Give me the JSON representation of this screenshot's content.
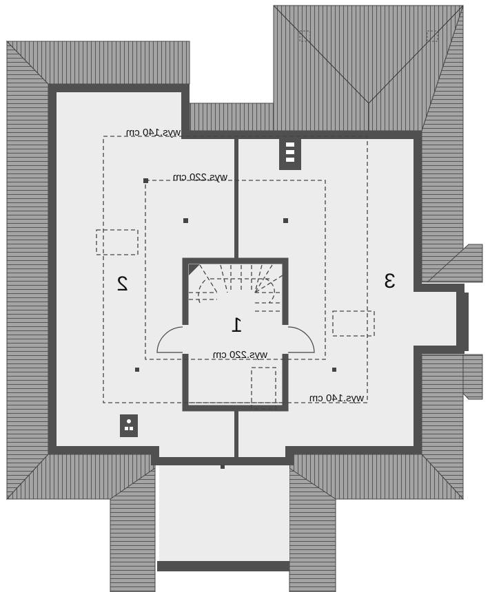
{
  "plan": {
    "rooms": [
      {
        "number": "1"
      },
      {
        "number": "2"
      },
      {
        "number": "3"
      }
    ],
    "height_labels": [
      {
        "text": "wys.140 cm"
      },
      {
        "text": "wys.220 cm"
      },
      {
        "text": "wys.220 cm"
      },
      {
        "text": "wys.140 cm"
      }
    ],
    "mirrored": true
  },
  "colors": {
    "roof": "#9c9c9c",
    "wall": "#505050",
    "floor": "#ececec"
  }
}
